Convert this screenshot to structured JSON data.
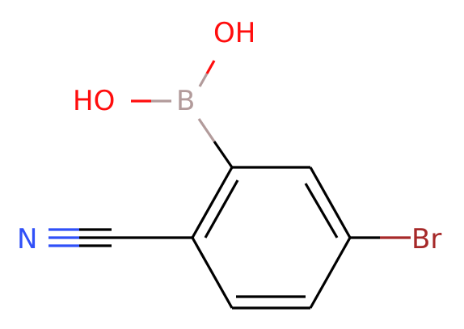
{
  "molecule": {
    "atoms": [
      {
        "id": "oh_top",
        "symbol": "OH",
        "color": "#ff0d0d"
      },
      {
        "id": "oh_left",
        "symbol": "HO",
        "color": "#ff0d0d"
      },
      {
        "id": "boron",
        "symbol": "B",
        "color": "#ffb5b5"
      },
      {
        "id": "nitrogen",
        "symbol": "N",
        "color": "#3050f8"
      },
      {
        "id": "bromine",
        "symbol": "Br",
        "color": "#a62929"
      }
    ],
    "colors": {
      "bond": "#000000",
      "oxygen": "#ff0d0d",
      "boron": "#b29b9b",
      "nitrogen": "#3050f8",
      "bromine": "#a62929"
    }
  }
}
